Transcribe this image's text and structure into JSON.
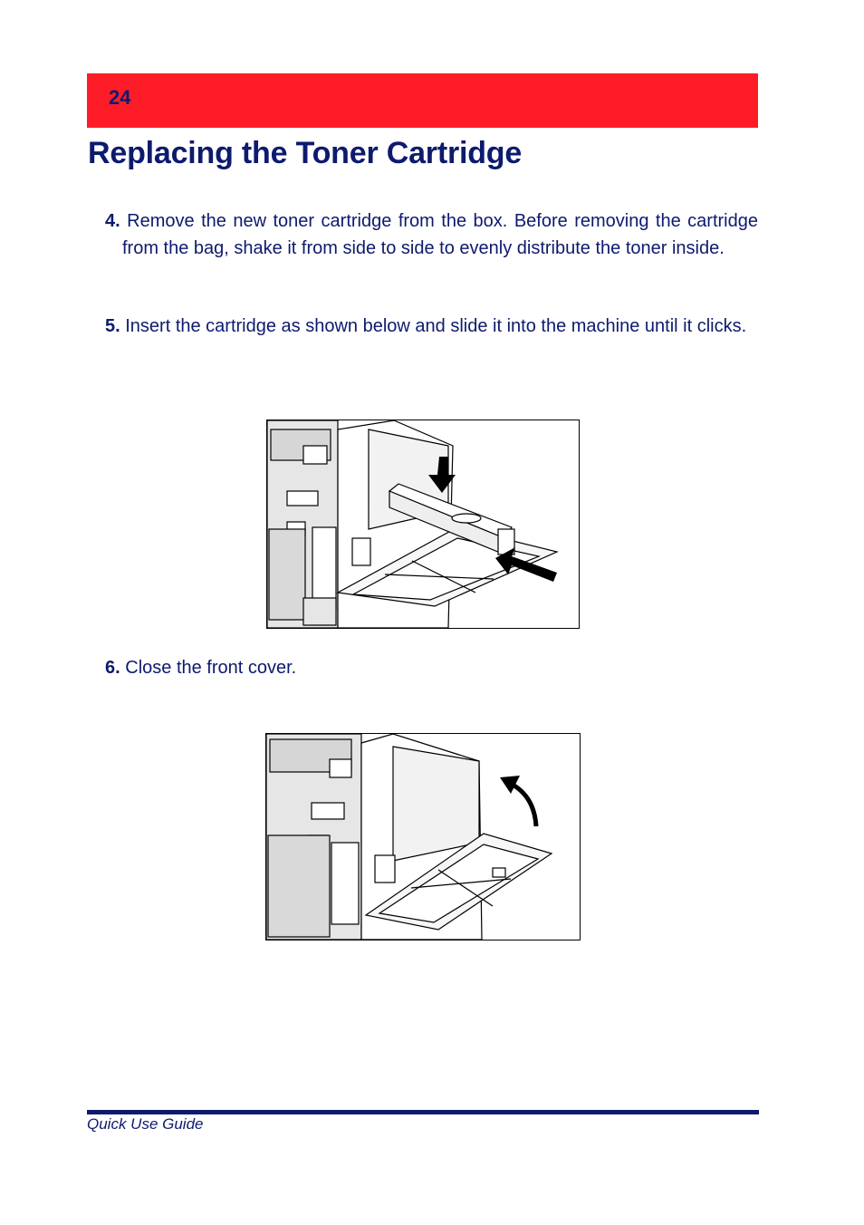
{
  "header": {
    "page_number": "24"
  },
  "title": "Replacing the Toner Cartridge",
  "steps": [
    {
      "num": "4.",
      "text": "Remove the new toner cartridge from the box. Before removing the cartridge from the bag, shake it from side to side to evenly distribute the toner inside."
    },
    {
      "num": "5.",
      "text": "Insert the cartridge as shown below and slide it into the machine until it clicks."
    },
    {
      "num": "6.",
      "text": "Close the front cover."
    }
  ],
  "footer": {
    "text": "Quick Use Guide"
  },
  "colors": {
    "accent_red": "#ff1c29",
    "navy": "#0d1a6e"
  }
}
